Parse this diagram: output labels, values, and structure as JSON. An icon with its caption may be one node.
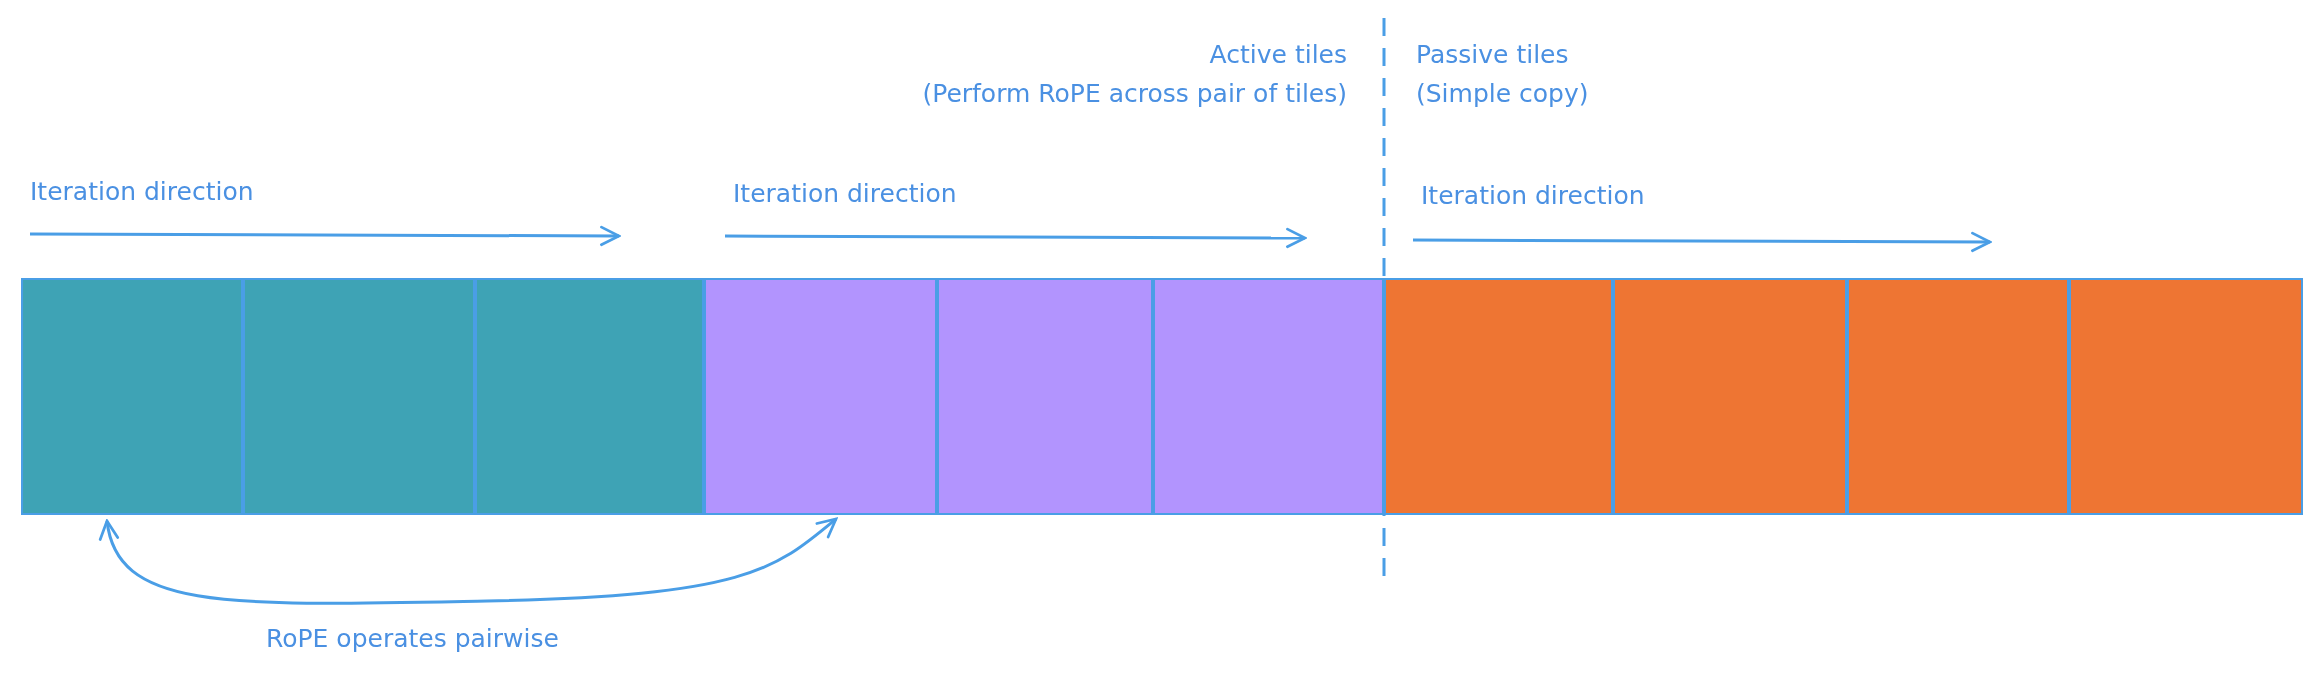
{
  "diagram": {
    "nodes": [
      {
        "text": [],
        "shape": "box"
      },
      {
        "text": [],
        "shape": "box"
      },
      {
        "text": [],
        "shape": "box"
      },
      {
        "text": [],
        "shape": "box"
      },
      {
        "text": [],
        "shape": "box"
      },
      {
        "text": [],
        "shape": "box"
      },
      {
        "text": [],
        "shape": "box"
      },
      {
        "text": [],
        "shape": "box"
      },
      {
        "text": [],
        "shape": "box"
      },
      {
        "text": [],
        "shape": "box"
      }
    ],
    "edges": [
      {
        "from": 0,
        "to": 3,
        "arrow": "both",
        "label": "RoPE operates pairwise"
      }
    ],
    "labels": [
      "Active tiles",
      "(Perform RoPE across pair of tiles)",
      "Passive tiles",
      "(Simple copy)",
      "Iteration direction",
      "Iteration direction",
      "Iteration direction"
    ]
  }
}
